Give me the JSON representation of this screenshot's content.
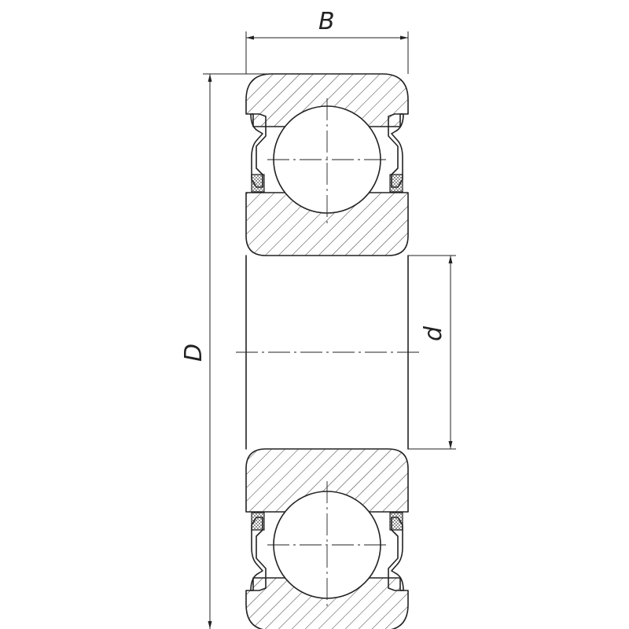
{
  "dimensions": {
    "width_label": "B",
    "outer_diameter_label": "D",
    "bore_label": "d"
  },
  "colors": {
    "line": "#222222",
    "background": "#ffffff"
  }
}
